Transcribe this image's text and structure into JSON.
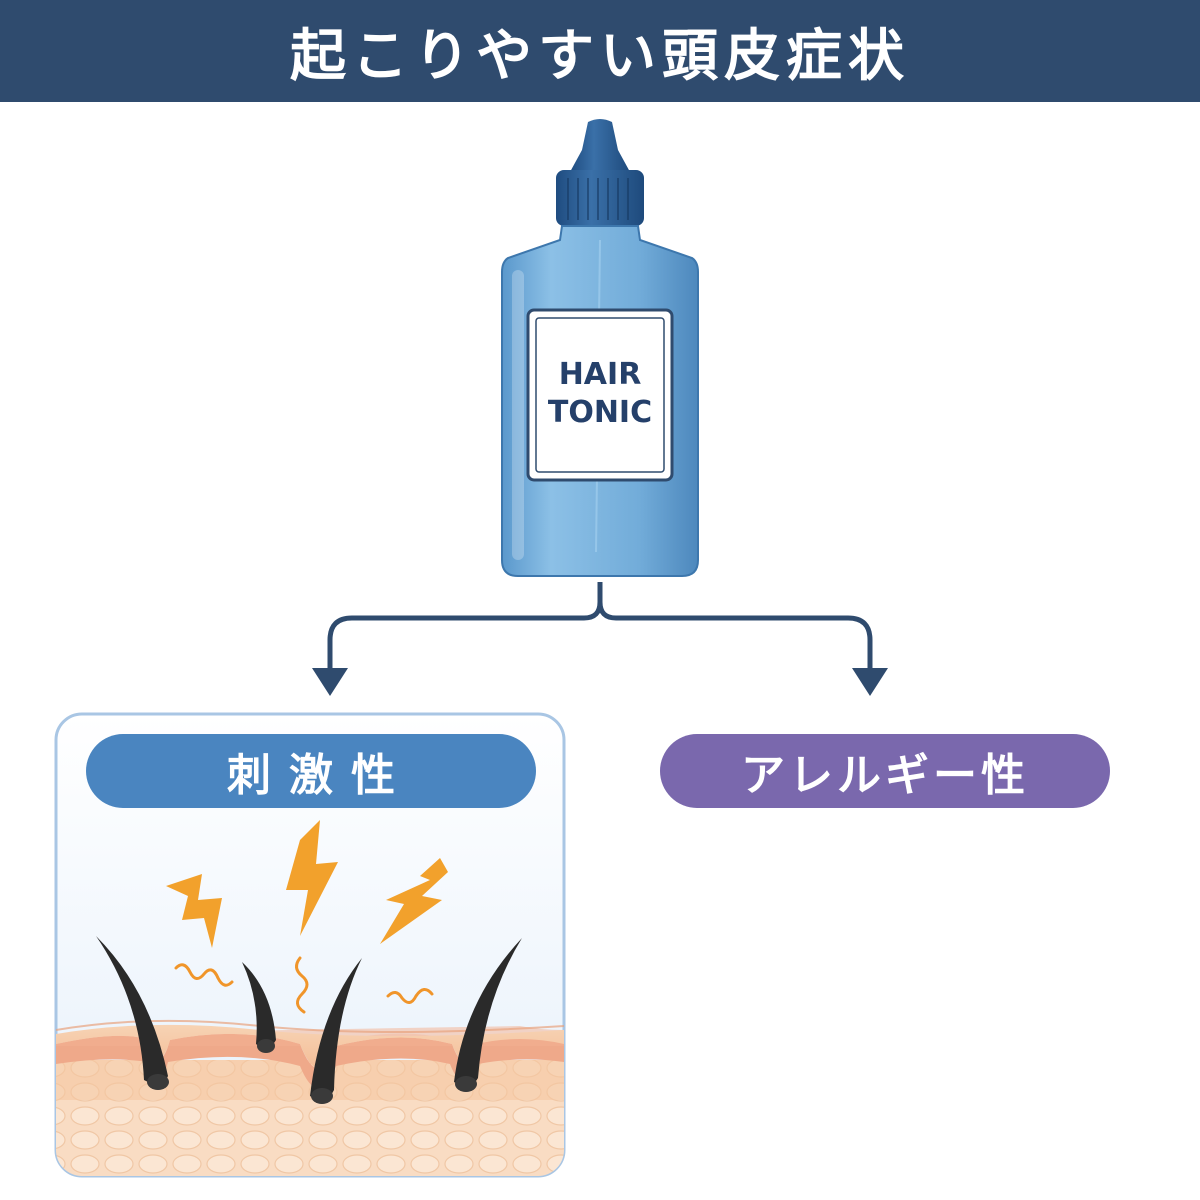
{
  "header": {
    "title": "起こりやすい頭皮症状"
  },
  "product": {
    "label_line1": "HAIR",
    "label_line2": "TONIC"
  },
  "panels": [
    {
      "label": "刺激性",
      "color": "#4a85c0"
    },
    {
      "label": "アレルギー性",
      "color": "#7a68ad"
    }
  ],
  "colors": {
    "header_bg": "#2f4b6e",
    "arrow": "#2f4b6e",
    "bottle": "#6aa6d6",
    "cap": "#2b5d94",
    "skin": "#f6c8a6",
    "lightning": "#f2a12c"
  }
}
